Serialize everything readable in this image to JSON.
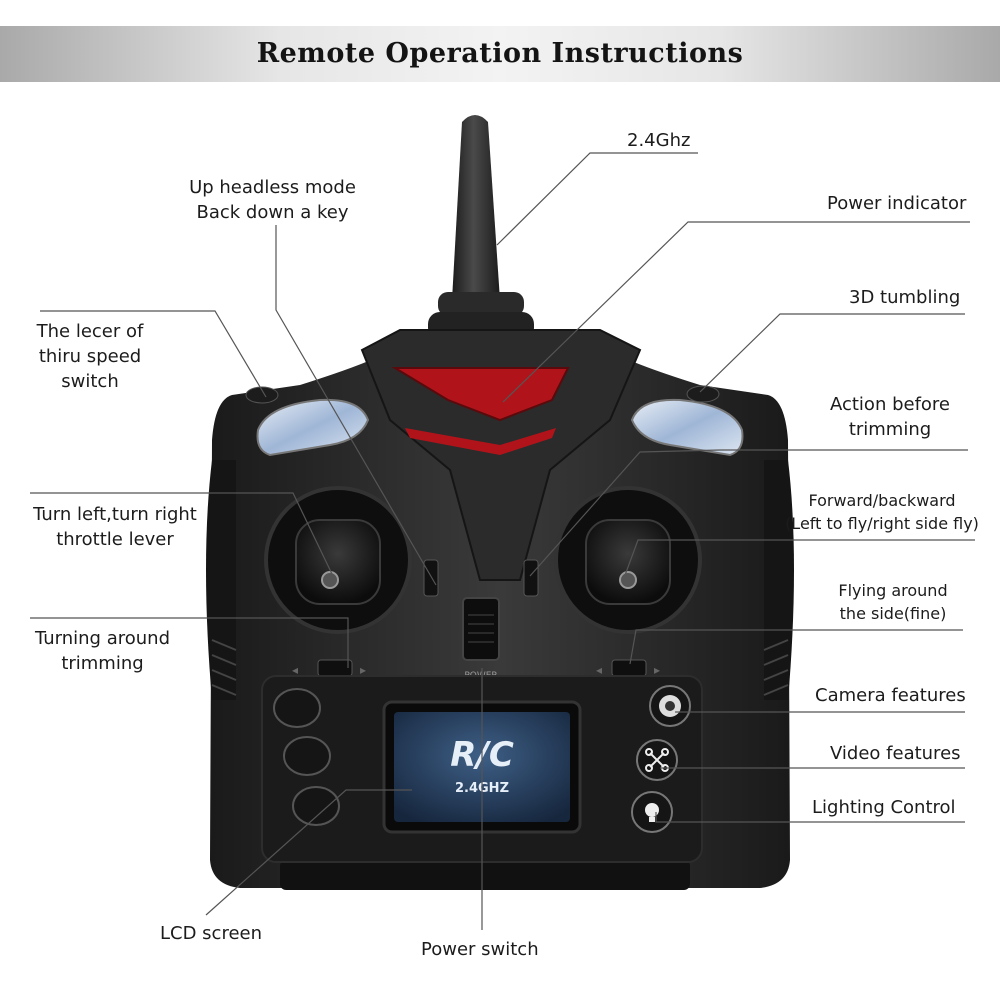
{
  "banner": {
    "title": "Remote Operation Instructions"
  },
  "device": {
    "screen_title": "R/C",
    "screen_subtitle": "2.4GHZ",
    "power_mark": "POWER"
  },
  "callouts": {
    "antenna": "2.4Ghz",
    "headless_1": "Up headless mode",
    "headless_2": "Back down a key",
    "power_indicator": "Power indicator",
    "tumbling": "3D tumbling",
    "speed_1": "The lecer of",
    "speed_2": "thiru speed",
    "speed_3": "switch",
    "action_1": "Action before",
    "action_2": "trimming",
    "throttle_1": "Turn left,turn right",
    "throttle_2": "throttle lever",
    "forward_1": "Forward/backward",
    "forward_2": "(Left to fly/right side fly)",
    "side_1": "Flying around",
    "side_2": "the side(fine)",
    "turning_1": "Turning around",
    "turning_2": "trimming",
    "camera": "Camera features",
    "video": "Video features",
    "lighting": "Lighting Control",
    "lcd": "LCD screen",
    "power_switch": "Power switch"
  }
}
